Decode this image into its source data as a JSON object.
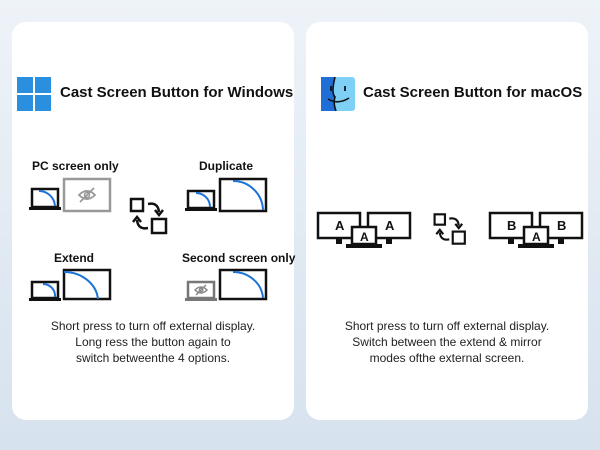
{
  "windows": {
    "title": "Cast Screen Button for Windows",
    "modes": {
      "pc_only": "PC  screen only",
      "duplicate": "Duplicate",
      "extend": "Extend",
      "second_only": "Second screen only"
    },
    "description": [
      "Short press to turn off external display.",
      "Long ress the button again to",
      "switch betweenthe 4 options."
    ]
  },
  "mac": {
    "title": "Cast Screen Button for macOS",
    "extend_letters": [
      "A",
      "A",
      "A"
    ],
    "mirror_letters": [
      "B",
      "B",
      "A"
    ],
    "description": [
      "Short press to turn off external display.",
      "Switch between the extend & mirror",
      "modes ofthe external screen."
    ]
  },
  "icons": [
    "windows-logo",
    "finder-logo",
    "laptop",
    "monitor",
    "eye-off",
    "cycle-arrows"
  ],
  "colors": {
    "accent": "#1a73d9",
    "windows_blue": "#2b8fe0",
    "mac_light": "#7fd0f7",
    "mac_dark": "#1f6fd6"
  }
}
